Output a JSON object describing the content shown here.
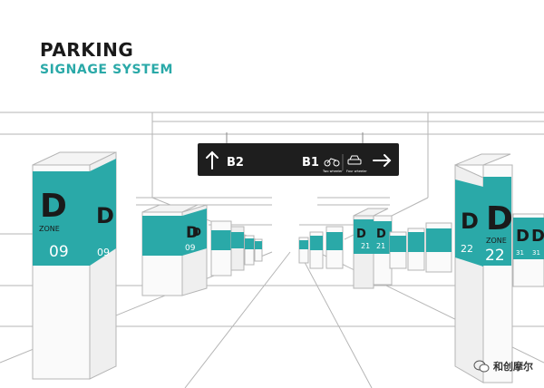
{
  "header": {
    "title": "PARKING",
    "subtitle": "SIGNAGE SYSTEM"
  },
  "overhead_sign": {
    "left_level": "B2",
    "right_level": "B1",
    "label_two_wheeler": "Two wheeler",
    "label_four_wheeler": "Four wheeler",
    "left_arrow": "up",
    "right_arrow": "right"
  },
  "pillars": {
    "letter": "D",
    "zone_word": "ZONE",
    "left_zone": "09",
    "right_zone": "22",
    "mid_left_zone": "09",
    "mid_right_zone": "21",
    "far_right_zone": "31"
  },
  "watermark": {
    "text": "和创摩尔"
  },
  "colors": {
    "accent": "#2aa9a8",
    "sign_bg": "#1e1e1e",
    "line": "#b8b8b8"
  }
}
